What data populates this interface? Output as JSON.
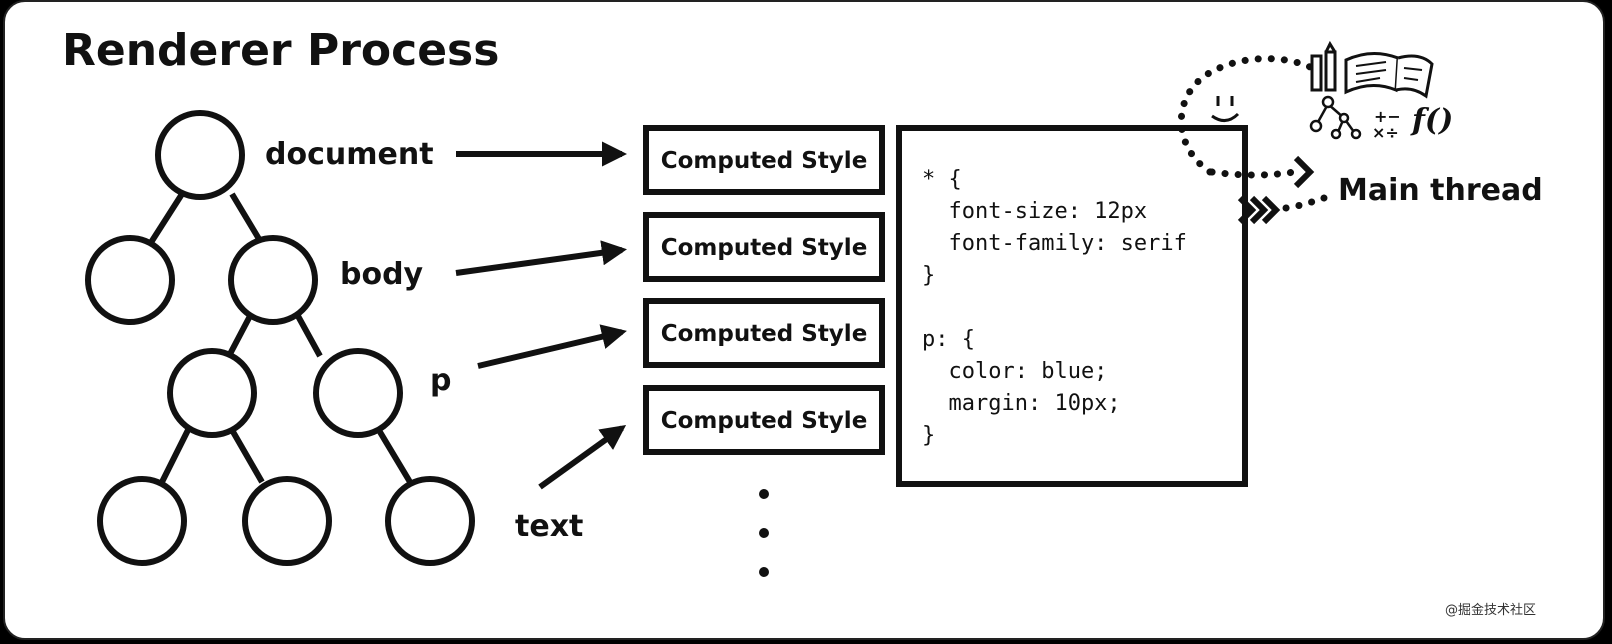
{
  "title": "Renderer Process",
  "tree_labels": {
    "document": "document",
    "body": "body",
    "p": "p",
    "text": "text"
  },
  "computed_styles": [
    "Computed Style",
    "Computed Style",
    "Computed Style",
    "Computed Style"
  ],
  "css_code": [
    "* {",
    "  font-size: 12px",
    "  font-family: serif",
    "}",
    "",
    "p: {",
    "  color: blue;",
    "  margin: 10px;",
    "}"
  ],
  "main_thread": {
    "label": "Main thread",
    "icons": [
      "face-icon",
      "pencils-icon",
      "book-icon",
      "tree-icon",
      "math-symbols-icon",
      "function-icon"
    ],
    "math_symbols": [
      "+−",
      "×÷"
    ],
    "function_text": "f()"
  },
  "watermark": "@掘金技术社区"
}
